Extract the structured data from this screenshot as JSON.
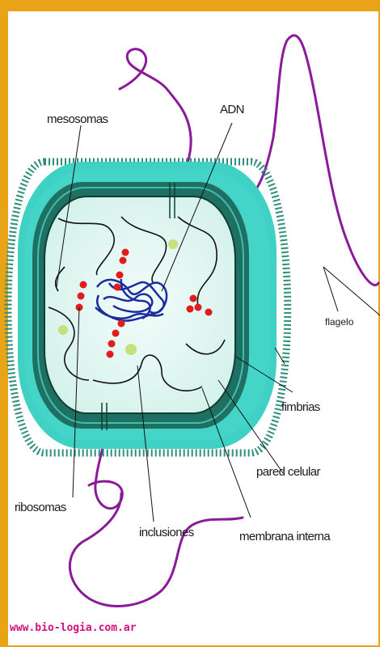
{
  "labels": {
    "mesosomas": "mesosomas",
    "adn": "ADN",
    "flagelo": "flagelo",
    "fimbrias": "fimbrias",
    "pared_celular": "pared celular",
    "ribosomas": "ribosomas",
    "inclusiones": "inclusiones",
    "membrana_interna": "membrana interna"
  },
  "credit": "www.bio-logia.com.ar",
  "colors": {
    "frame": "#e8a317",
    "capsule_outer": "#3fd1c4",
    "cell_wall": "#1f6f63",
    "cytoplasm": "#e2f7f1",
    "dna": "#1a2c9e",
    "ribosome": "#e01c1c",
    "inclusion": "#c7e07a",
    "flagellum": "#8a1a9a",
    "fimbriae": "#2f8f7a",
    "credit": "#d0127a"
  }
}
